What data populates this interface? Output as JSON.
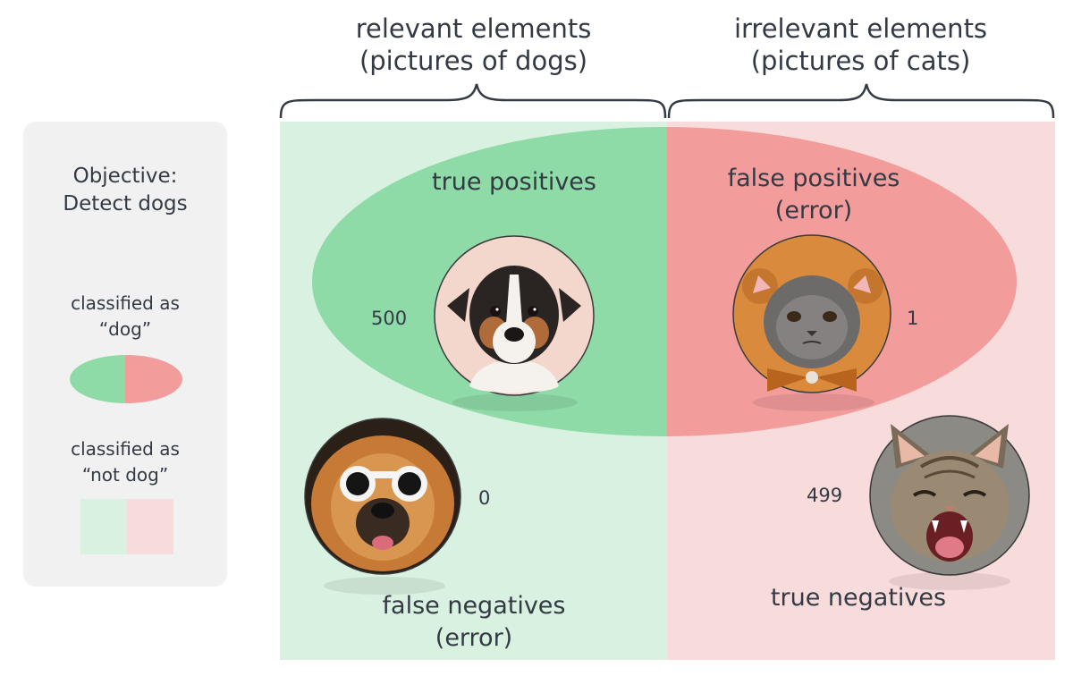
{
  "headers": {
    "relevant": [
      "relevant elements",
      "(pictures of dogs)"
    ],
    "irrelevant": [
      "irrelevant elements",
      "(pictures of cats)"
    ]
  },
  "sidebar": {
    "title": [
      "Objective:",
      "Detect dogs"
    ],
    "classified_dog": [
      "classified as",
      "“dog”"
    ],
    "classified_not_dog": [
      "classified as",
      "“not dog”"
    ]
  },
  "cells": {
    "true_positives": {
      "label": [
        "true positives"
      ],
      "count": "500"
    },
    "false_positives": {
      "label": [
        "false positives",
        "(error)"
      ],
      "count": "1"
    },
    "false_negatives": {
      "label": [
        "false negatives",
        "(error)"
      ],
      "count": "0"
    },
    "true_negatives": {
      "label": [
        "true negatives"
      ],
      "count": "499"
    }
  },
  "colors": {
    "relevant_bg": "#d9f1e0",
    "irrelevant_bg": "#f8dcdc",
    "selected_relevant": "#8fdba8",
    "selected_irrelevant": "#f29c9c",
    "text": "#333a44"
  },
  "icons": [
    "dog-photo",
    "cat-photo",
    "dog-sunglasses-photo",
    "laughing-cat-photo"
  ]
}
